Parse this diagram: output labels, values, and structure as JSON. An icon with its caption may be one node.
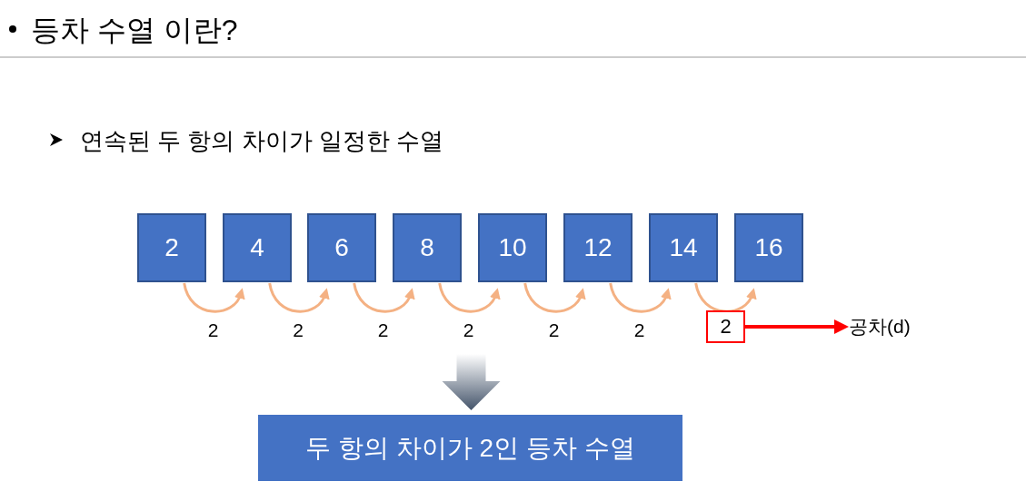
{
  "diagram": {
    "title": "등차 수열 이란?",
    "nodes": [
      {
        "text": [
          "2"
        ]
      },
      {
        "text": [
          "4"
        ]
      },
      {
        "text": [
          "6"
        ]
      },
      {
        "text": [
          "8"
        ]
      },
      {
        "text": [
          "10"
        ]
      },
      {
        "text": [
          "12"
        ]
      },
      {
        "text": [
          "14"
        ]
      },
      {
        "text": [
          "16"
        ]
      },
      {
        "text": [
          "2"
        ]
      },
      {
        "text": [
          "공차(d)"
        ]
      },
      {
        "text": [
          "두 항의 차이가 2인 등차 수열"
        ]
      }
    ],
    "edges": [
      {
        "from": 0,
        "to": 1,
        "arrow": "to",
        "label": "2"
      },
      {
        "from": 1,
        "to": 2,
        "arrow": "to",
        "label": "2"
      },
      {
        "from": 2,
        "to": 3,
        "arrow": "to",
        "label": "2"
      },
      {
        "from": 3,
        "to": 4,
        "arrow": "to",
        "label": "2"
      },
      {
        "from": 4,
        "to": 5,
        "arrow": "to",
        "label": "2"
      },
      {
        "from": 5,
        "to": 6,
        "arrow": "to",
        "label": "2"
      },
      {
        "from": 6,
        "to": 7,
        "arrow": "to"
      },
      {
        "from": 8,
        "to": 9,
        "arrow": "to",
        "color": "#ff0000"
      },
      {
        "from": null,
        "to": 10,
        "arrow": "to",
        "color": "#44546a"
      }
    ],
    "labels": [
      "연속된 두 항의 차이가 일정한 수열"
    ]
  }
}
